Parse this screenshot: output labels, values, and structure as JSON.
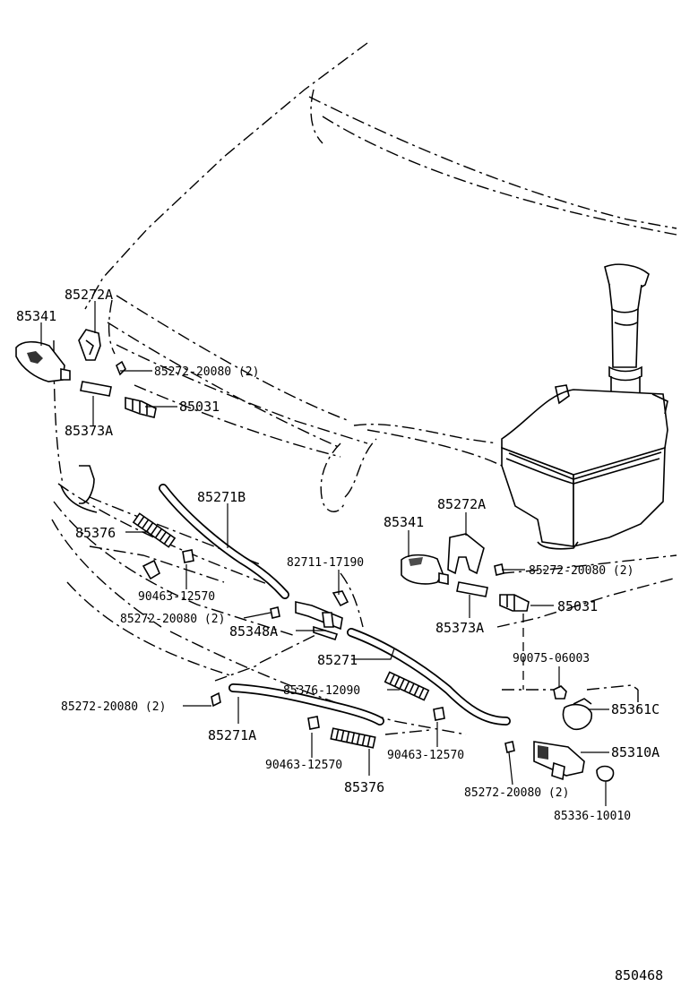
{
  "diagram": {
    "figure_number": "850468",
    "labels": {
      "l01": "85272A",
      "l02": "85341",
      "l03": "85272-20080 (2)",
      "l04": "85031",
      "l05": "85373A",
      "l06": "85271B",
      "l07": "85376",
      "l08": "90463-12570",
      "l09": "85272-20080 (2)",
      "l10": "85348A",
      "l11": "82711-17190",
      "l12": "85271",
      "l13": "85376-12090",
      "l14": "85272-20080 (2)",
      "l15": "85271A",
      "l16": "90463-12570",
      "l17": "85376",
      "l18": "90463-12570",
      "l19": "85272A",
      "l20": "85341",
      "l21": "85272-20080 (2)",
      "l22": "85031",
      "l23": "85373A",
      "l24": "90075-06003",
      "l25": "85361C",
      "l26": "85310A",
      "l27": "85272-20080 (2)",
      "l28": "85336-10010"
    }
  }
}
